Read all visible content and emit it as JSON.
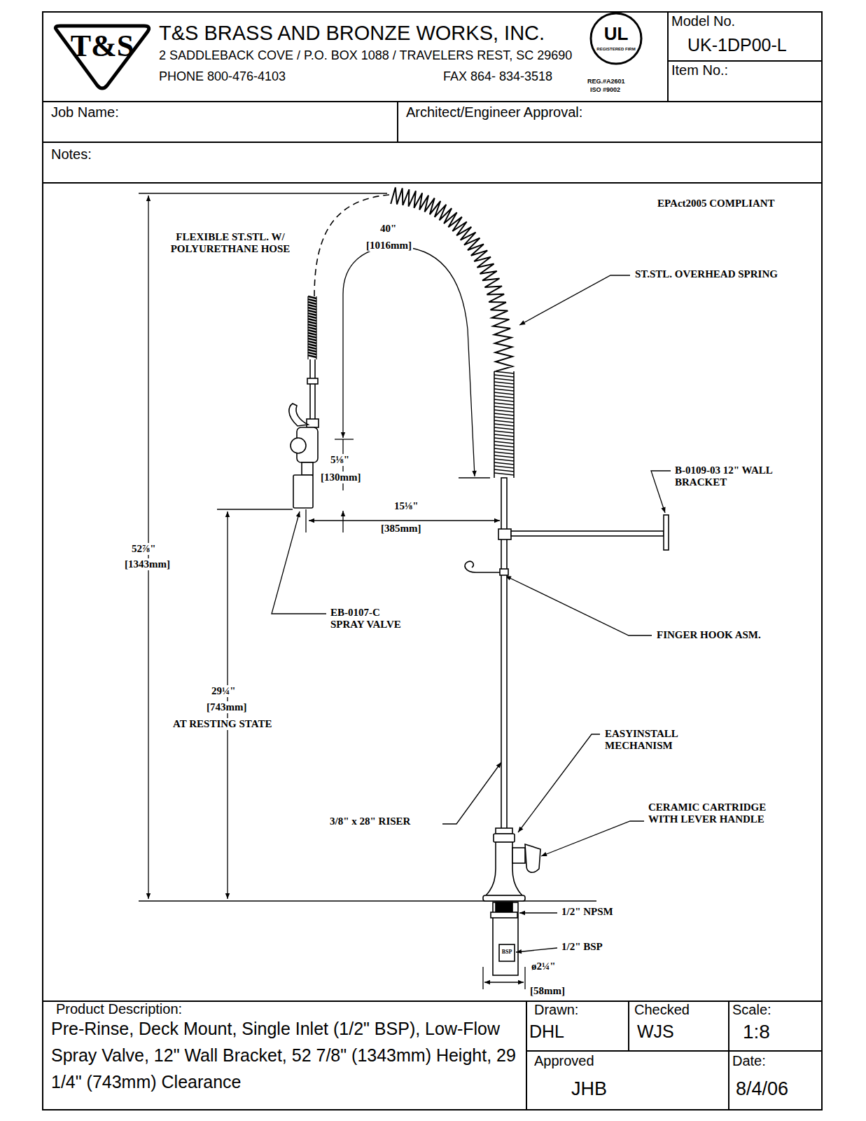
{
  "diagram": {
    "nodes": [
      {
        "text": [
          "T&S BRASS AND BRONZE WORKS, INC.",
          "2 SADDLEBACK COVE / P.O. BOX 1088 / TRAVELERS REST, SC 29690",
          "PHONE 800-476-4103",
          "FAX 864- 834-3518",
          "REG.#A2601",
          "ISO #9002"
        ]
      },
      {
        "text": [
          "T&S"
        ],
        "in": 0
      },
      {
        "text": [
          "UL",
          "REGISTERED FIRM"
        ],
        "in": 0
      },
      {
        "text": [
          "Model No.",
          "UK-1DP00-L"
        ]
      },
      {
        "text": [
          "Item No.:"
        ]
      },
      {
        "text": [
          "Job Name:"
        ]
      },
      {
        "text": [
          "Architect/Engineer Approval:"
        ]
      },
      {
        "text": [
          "Notes:"
        ]
      },
      {
        "text": [
          "Product Description:",
          "Pre-Rinse, Deck Mount, Single Inlet (1/2\" BSP), Low-Flow Spray Valve, 12\" Wall Bracket, 52 7/8\" (1343mm) Height, 29 1/4\" (743mm) Clearance"
        ]
      },
      {
        "text": [
          "Drawn:",
          "DHL"
        ]
      },
      {
        "text": [
          "Checked",
          "WJS"
        ]
      },
      {
        "text": [
          "Scale:",
          "1:8"
        ]
      },
      {
        "text": [
          "Approved",
          "JHB"
        ]
      },
      {
        "text": [
          "Date:",
          "8/4/06"
        ]
      }
    ],
    "labels": [
      "FLEXIBLE ST.STL. W/ POLYURETHANE HOSE",
      "40\"",
      "[1016mm]",
      "EPAct2005 COMPLIANT",
      "ST.STL. OVERHEAD SPRING",
      "5⅛\"",
      "[130mm]",
      "15⅛\"",
      "[385mm]",
      "B-0109-03 12\" WALL BRACKET",
      "52⅞\"",
      "[1343mm]",
      "EB-0107-C SPRAY VALVE",
      "FINGER HOOK ASM.",
      "29¼\"",
      "[743mm]",
      "AT RESTING STATE",
      "EASYINSTALL MECHANISM",
      "CERAMIC CARTRIDGE WITH LEVER HANDLE",
      "3/8\" x 28\" RISER",
      "1/2\" NPSM",
      "1/2\" BSP",
      "BSP",
      "ø2¼\"",
      "[58mm]"
    ]
  }
}
